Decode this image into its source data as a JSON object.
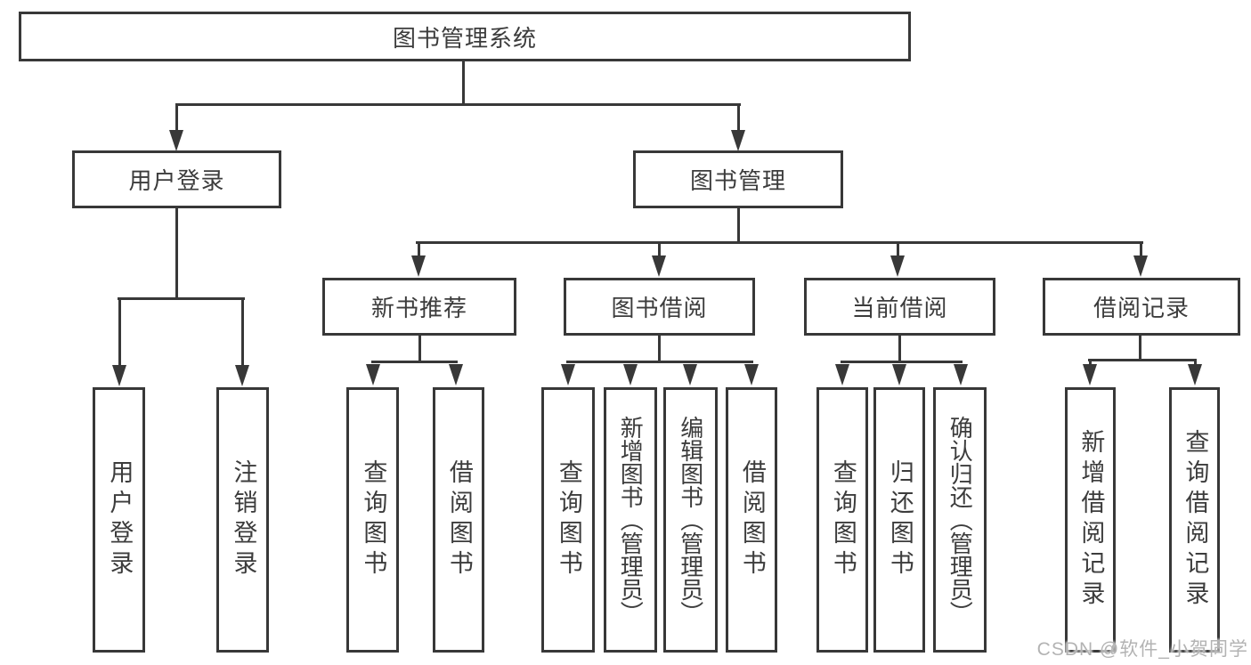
{
  "diagram_type": "hierarchy-tree",
  "tree": {
    "root": {
      "label": "图书管理系统",
      "children": [
        {
          "label": "用户登录",
          "children": [
            {
              "label": "用户登录"
            },
            {
              "label": "注销登录"
            }
          ]
        },
        {
          "label": "图书管理",
          "children": [
            {
              "label": "新书推荐",
              "children": [
                {
                  "label": "查询图书"
                },
                {
                  "label": "借阅图书"
                }
              ]
            },
            {
              "label": "图书借阅",
              "children": [
                {
                  "label": "查询图书"
                },
                {
                  "label": "新增图书（管理员）"
                },
                {
                  "label": "编辑图书（管理员）"
                },
                {
                  "label": "借阅图书"
                }
              ]
            },
            {
              "label": "当前借阅",
              "children": [
                {
                  "label": "查询图书"
                },
                {
                  "label": "归还图书"
                },
                {
                  "label": "确认归还（管理员）"
                }
              ]
            },
            {
              "label": "借阅记录",
              "children": [
                {
                  "label": "新增借阅记录"
                },
                {
                  "label": "查询借阅记录"
                }
              ]
            }
          ]
        }
      ]
    }
  },
  "watermark": {
    "text": "CSDN @软件_小贺同学"
  },
  "colors": {
    "line": "#383838",
    "text": "#3c3c3c",
    "background": "#ffffff",
    "watermark": "#b3b3b3"
  }
}
